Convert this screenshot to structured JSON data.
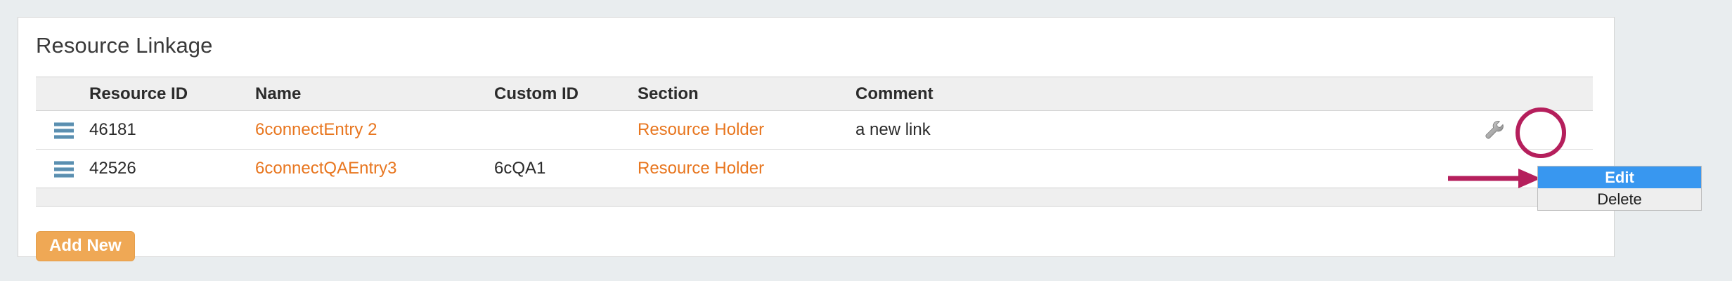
{
  "panel": {
    "title": "Resource Linkage"
  },
  "table": {
    "columns": [
      {
        "key": "handle",
        "label": ""
      },
      {
        "key": "resource_id",
        "label": "Resource ID"
      },
      {
        "key": "name",
        "label": "Name"
      },
      {
        "key": "custom_id",
        "label": "Custom ID"
      },
      {
        "key": "section",
        "label": "Section"
      },
      {
        "key": "comment",
        "label": "Comment"
      },
      {
        "key": "action",
        "label": ""
      }
    ],
    "rows": [
      {
        "handle_icon": "drag-handle-icon",
        "resource_id": "46181",
        "name": "6connectEntry 2",
        "custom_id": "",
        "section": "Resource Holder",
        "comment": "a new link",
        "action_icon": "wrench-icon"
      },
      {
        "handle_icon": "drag-handle-icon",
        "resource_id": "42526",
        "name": "6connectQAEntry3",
        "custom_id": "6cQA1",
        "section": "Resource Holder",
        "comment": "",
        "action_icon": ""
      }
    ]
  },
  "buttons": {
    "add_new": "Add New"
  },
  "context_menu": {
    "items": [
      {
        "label": "Edit",
        "highlighted": true
      },
      {
        "label": "Delete",
        "highlighted": false
      }
    ]
  },
  "annotations": {
    "circle_highlight": "wrench-icon-highlight",
    "arrow": "points-to-edit-menu-item"
  },
  "colors": {
    "page_background": "#e9edef",
    "panel_background": "#ffffff",
    "link_orange": "#e8761f",
    "add_new_orange": "#efa855",
    "menu_highlight_blue": "#3897f0",
    "annotation_magenta": "#b51f5c",
    "header_grey": "#efefef",
    "drag_handle_blue": "#5b8fb0"
  }
}
